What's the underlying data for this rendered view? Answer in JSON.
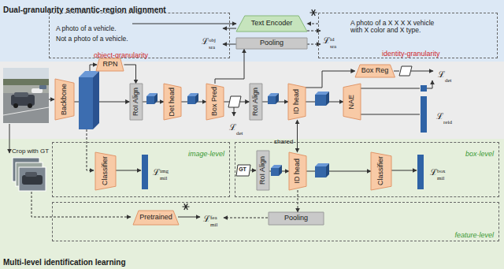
{
  "diagram": {
    "nodes": [
      {
        "text": [
          "Dual-granularity semantic-region alignment"
        ]
      },
      {
        "text": [
          "A photo of a vehicle.",
          "Not a photo of a vehicle.",
          "object-granularity"
        ],
        "in": 0
      },
      {
        "text": [
          "A photo of a X X X X vehicle with X color and X type.",
          "identity-granularity"
        ],
        "in": 0
      },
      {
        "text": [
          "Text Encoder"
        ],
        "in": 0
      },
      {
        "text": [
          "Pooling"
        ],
        "in": 0
      },
      {
        "text": [
          "Backbone"
        ]
      },
      {
        "text": [
          "RPN"
        ]
      },
      {
        "text": [
          "RoI Align"
        ]
      },
      {
        "text": [
          "Det head"
        ]
      },
      {
        "text": [
          "Box Pred"
        ]
      },
      {
        "text": [
          "RoI Align"
        ]
      },
      {
        "text": [
          "ID head"
        ]
      },
      {
        "text": [
          "Box Reg"
        ]
      },
      {
        "text": [
          "NAE"
        ]
      },
      {
        "text": [
          "Multi-level identification learning"
        ]
      },
      {
        "text": [
          "image-level"
        ],
        "in": 14
      },
      {
        "text": [
          "Classifier"
        ],
        "in": 15
      },
      {
        "text": [
          "box-level"
        ],
        "in": 14
      },
      {
        "text": [
          "RoI Align"
        ],
        "in": 17
      },
      {
        "text": [
          "ID head"
        ],
        "in": 17
      },
      {
        "text": [
          "Classifier"
        ],
        "in": 17
      },
      {
        "text": [
          "feature-level"
        ],
        "in": 14
      },
      {
        "text": [
          "Pretrained"
        ],
        "in": 21
      },
      {
        "text": [
          "Pooling"
        ],
        "in": 21
      }
    ],
    "edges": [
      {
        "from": 1,
        "to": 3,
        "arrow": "to"
      },
      {
        "from": 2,
        "to": 3,
        "arrow": "to"
      },
      {
        "from": 5,
        "to": 7,
        "arrow": "to"
      },
      {
        "from": 6,
        "to": 7,
        "arrow": "to"
      },
      {
        "from": 7,
        "to": 8,
        "arrow": "to"
      },
      {
        "from": 8,
        "to": 9,
        "arrow": "to"
      },
      {
        "from": 9,
        "to": 4,
        "arrow": "to"
      },
      {
        "from": 9,
        "to": 10,
        "arrow": "to"
      },
      {
        "from": 10,
        "to": 11,
        "arrow": "to"
      },
      {
        "from": 11,
        "to": 13,
        "arrow": "to"
      },
      {
        "from": 11,
        "to": 12,
        "arrow": "to"
      },
      {
        "from": 11,
        "to": 19,
        "label": "shared",
        "arrow": "both"
      },
      {
        "from": 18,
        "to": 19,
        "arrow": "to"
      },
      {
        "from": 19,
        "to": 20,
        "arrow": "to"
      },
      {
        "from": 19,
        "to": 23,
        "arrow": "to"
      }
    ],
    "labels": [
      "Crop with GT",
      "GT",
      "ℒ",
      "sra",
      "obj",
      "ℒ",
      "sra",
      "id",
      "ℒ",
      "det",
      "ℒ",
      "det",
      "ℒ",
      "reid",
      "ℒ",
      "mil",
      "img",
      "ℒ",
      "mil",
      "box",
      "ℒ",
      "mil",
      "fea"
    ]
  }
}
